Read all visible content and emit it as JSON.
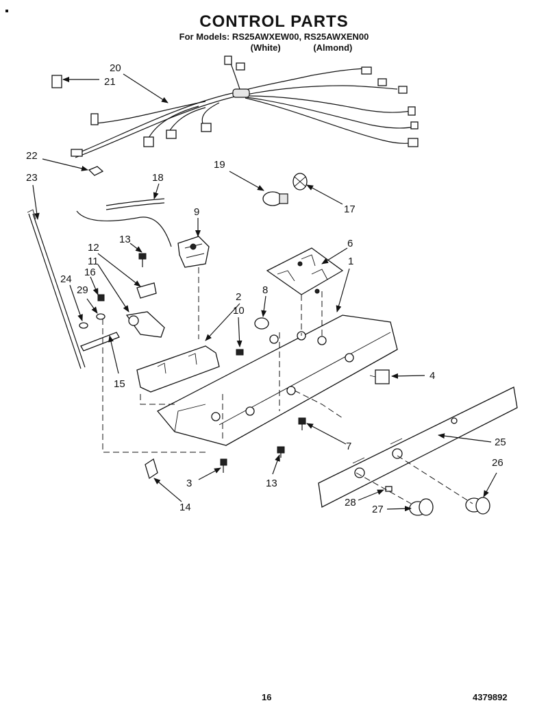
{
  "header": {
    "title": "CONTROL PARTS",
    "models_line": "For Models: RS25AWXEW00, RS25AWXEN00",
    "variant_white": "(White)",
    "variant_almond": "(Almond)"
  },
  "footer": {
    "page_number": "16",
    "document_number": "4379892"
  },
  "callouts": {
    "c1": "1",
    "c2": "2",
    "c3": "3",
    "c4": "4",
    "c6": "6",
    "c7": "7",
    "c8": "8",
    "c9": "9",
    "c10": "10",
    "c11": "11",
    "c12": "12",
    "c13a": "13",
    "c13b": "13",
    "c14": "14",
    "c15": "15",
    "c16": "16",
    "c17": "17",
    "c18": "18",
    "c19": "19",
    "c20": "20",
    "c21": "21",
    "c22": "22",
    "c23": "23",
    "c24": "24",
    "c25": "25",
    "c26": "26",
    "c27": "27",
    "c28": "28",
    "c29": "29"
  }
}
